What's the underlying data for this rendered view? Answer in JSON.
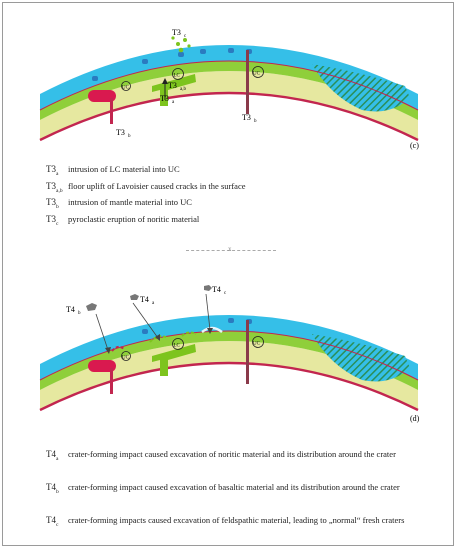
{
  "figure": {
    "panel_c": {
      "letter": "(c)",
      "labels": {
        "t3c": "T3",
        "t3c_sub": "c",
        "t3ab": "T3",
        "t3ab_sub": "a,b",
        "t3a": "T3",
        "t3a_sub": "a",
        "t3b_left": "T3",
        "t3b_left_sub": "b",
        "t3b_right": "T3",
        "t3b_right_sub": "b",
        "uc_left": "UC",
        "uc_right": "UC",
        "lc": "LC"
      },
      "legend": [
        {
          "code": "T3",
          "sub": "a",
          "text": "intrusion of LC material  into UC"
        },
        {
          "code": "T3",
          "sub": "a,b",
          "text": "floor uplift of Lavoisier caused cracks in the surface"
        },
        {
          "code": "T3",
          "sub": "b",
          "text": "intrusion of mantle material into UC"
        },
        {
          "code": "T3",
          "sub": "c",
          "text": "pyroclastic eruption of noritic material"
        }
      ]
    },
    "panel_d": {
      "letter": "(d)",
      "labels": {
        "t4b": "T4",
        "t4b_sub": "b",
        "t4a": "T4",
        "t4a_sub": "a",
        "t4c": "T4",
        "t4c_sub": "c",
        "uc_left": "UC",
        "uc_right": "UC",
        "lc": "LC"
      },
      "legend": [
        {
          "code": "T4",
          "sub": "a",
          "text": "crater-forming impact caused excavation of noritic material and its distribution around the crater"
        },
        {
          "code": "T4",
          "sub": "b",
          "text": "crater-forming impact caused excavation of basaltic material and its distribution around the crater"
        },
        {
          "code": "T4",
          "sub": "c",
          "text": "crater-forming impacts caused excavation of feldspathic material, leading to „normal“ fresh craters"
        }
      ]
    },
    "separator": "x",
    "colors": {
      "upper_crust": "#35bfe8",
      "lower_crust_band": "#8fcf3a",
      "mantle": "#e6e8a0",
      "boundary_lines": "#c2264f",
      "intrusion_red": "#d9194f",
      "intrusion_green": "#7dc41e",
      "mare_hatch": "#2a8f5a",
      "bumps": "#2a7bc0"
    }
  }
}
